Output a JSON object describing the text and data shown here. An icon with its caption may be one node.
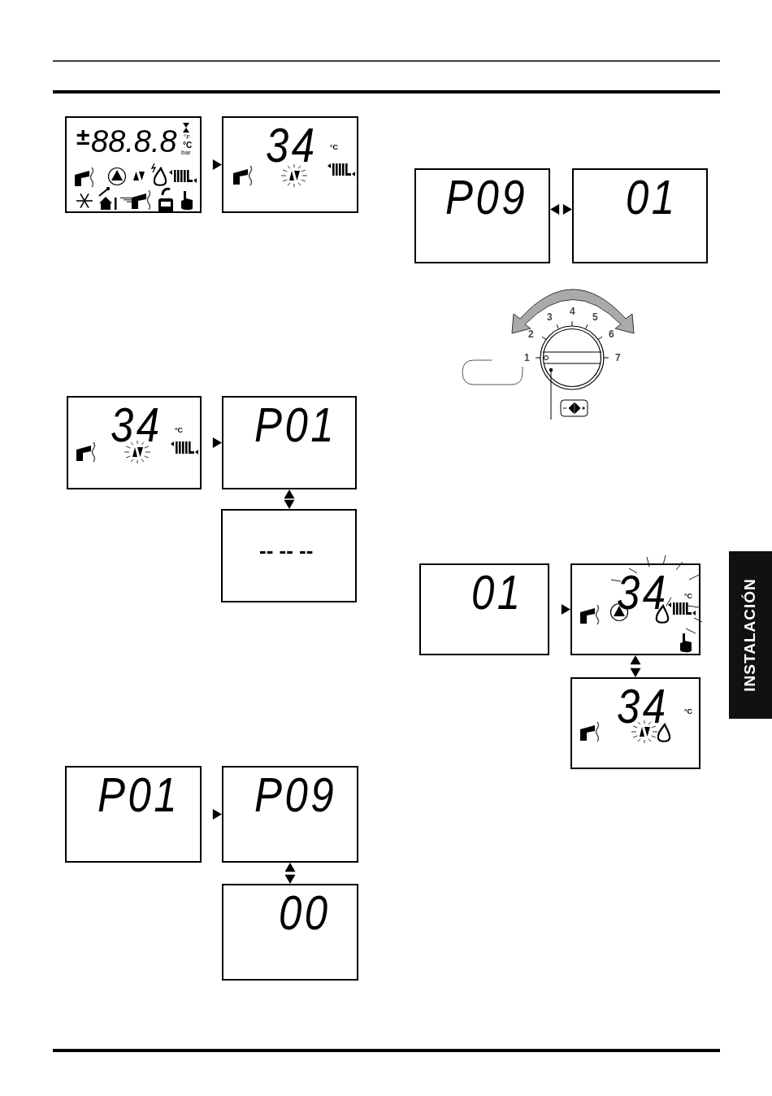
{
  "diagram": {
    "nodes": [
      {
        "text": [
          "±",
          "88.8.8",
          "°F",
          "°C",
          "bar"
        ]
      },
      {
        "text": [
          "34",
          "°C"
        ]
      },
      {
        "text": [
          "34",
          "°C"
        ]
      },
      {
        "text": [
          "P01"
        ]
      },
      {
        "text": [
          "-- -- --"
        ]
      },
      {
        "text": [
          "P01"
        ]
      },
      {
        "text": [
          "P09"
        ]
      },
      {
        "text": [
          "00"
        ]
      },
      {
        "text": [
          "P09"
        ]
      },
      {
        "text": [
          "01"
        ]
      },
      {
        "text": [
          "01"
        ]
      },
      {
        "text": [
          "34",
          "°C"
        ]
      },
      {
        "text": [
          "34",
          "°C"
        ]
      }
    ],
    "edges": [
      {
        "from": 0,
        "to": 1,
        "arrow": "to"
      },
      {
        "from": 2,
        "to": 3,
        "arrow": "to"
      },
      {
        "from": 3,
        "to": 4,
        "arrow": "both"
      },
      {
        "from": 5,
        "to": 6,
        "arrow": "to"
      },
      {
        "from": 6,
        "to": 7,
        "arrow": "both"
      },
      {
        "from": 8,
        "to": 9,
        "arrow": "both"
      },
      {
        "from": 10,
        "to": 11,
        "arrow": "to"
      },
      {
        "from": 11,
        "to": 12,
        "arrow": "both"
      }
    ],
    "labels": [
      "1",
      "2",
      "3",
      "4",
      "5",
      "6",
      "7",
      "INSTALACIÓN"
    ]
  }
}
